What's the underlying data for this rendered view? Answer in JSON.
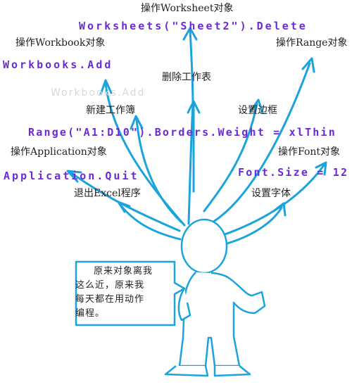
{
  "nodes": {
    "worksheet": "操作Worksheet对象",
    "workbook": "操作Workbook对象",
    "range": "操作Range对象",
    "delete_sheet": "删除工作表",
    "new_workbook": "新建工作簿",
    "set_border": "设置边框",
    "application": "操作Application对象",
    "font": "操作Font对象",
    "quit_excel": "退出Excel程序",
    "set_font": "设置字体"
  },
  "code": {
    "worksheets_delete": "Worksheets(\"Sheet2\").Delete",
    "workbooks_add": "Workbooks.Add",
    "workbooks_add_ghost": "Workbooks.Add",
    "range_borders": "Range(\"A1:D10\").Borders.Weight = xlThin",
    "application_quit": "Application.Quit",
    "font_size": "Font.Size = 12"
  },
  "speech_bubble": {
    "line1": "原来对象离我",
    "line2": "这么近，原来我",
    "line3": "每天都在用动作",
    "line4": "编程。"
  },
  "colors": {
    "arrow": "#1aa3dd",
    "code": "#6a2bd6",
    "text": "#222222",
    "bubble_border": "#1aa3dd"
  }
}
